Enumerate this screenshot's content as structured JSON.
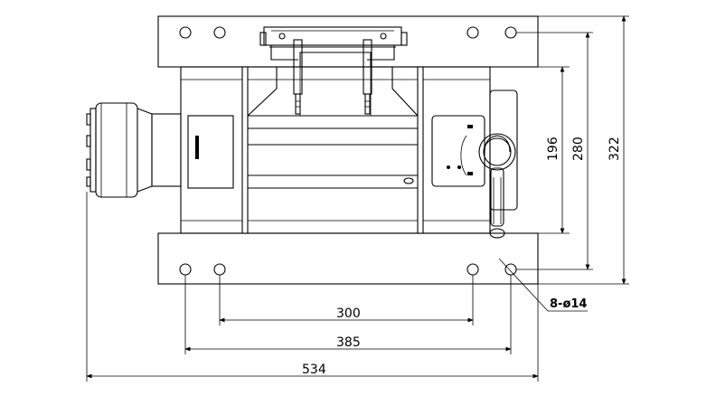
{
  "dimensions": {
    "width_300": "300",
    "width_385": "385",
    "width_534": "534",
    "height_196": "196",
    "height_280": "280",
    "height_322": "322"
  },
  "callout": {
    "holes": "8-ø14"
  }
}
